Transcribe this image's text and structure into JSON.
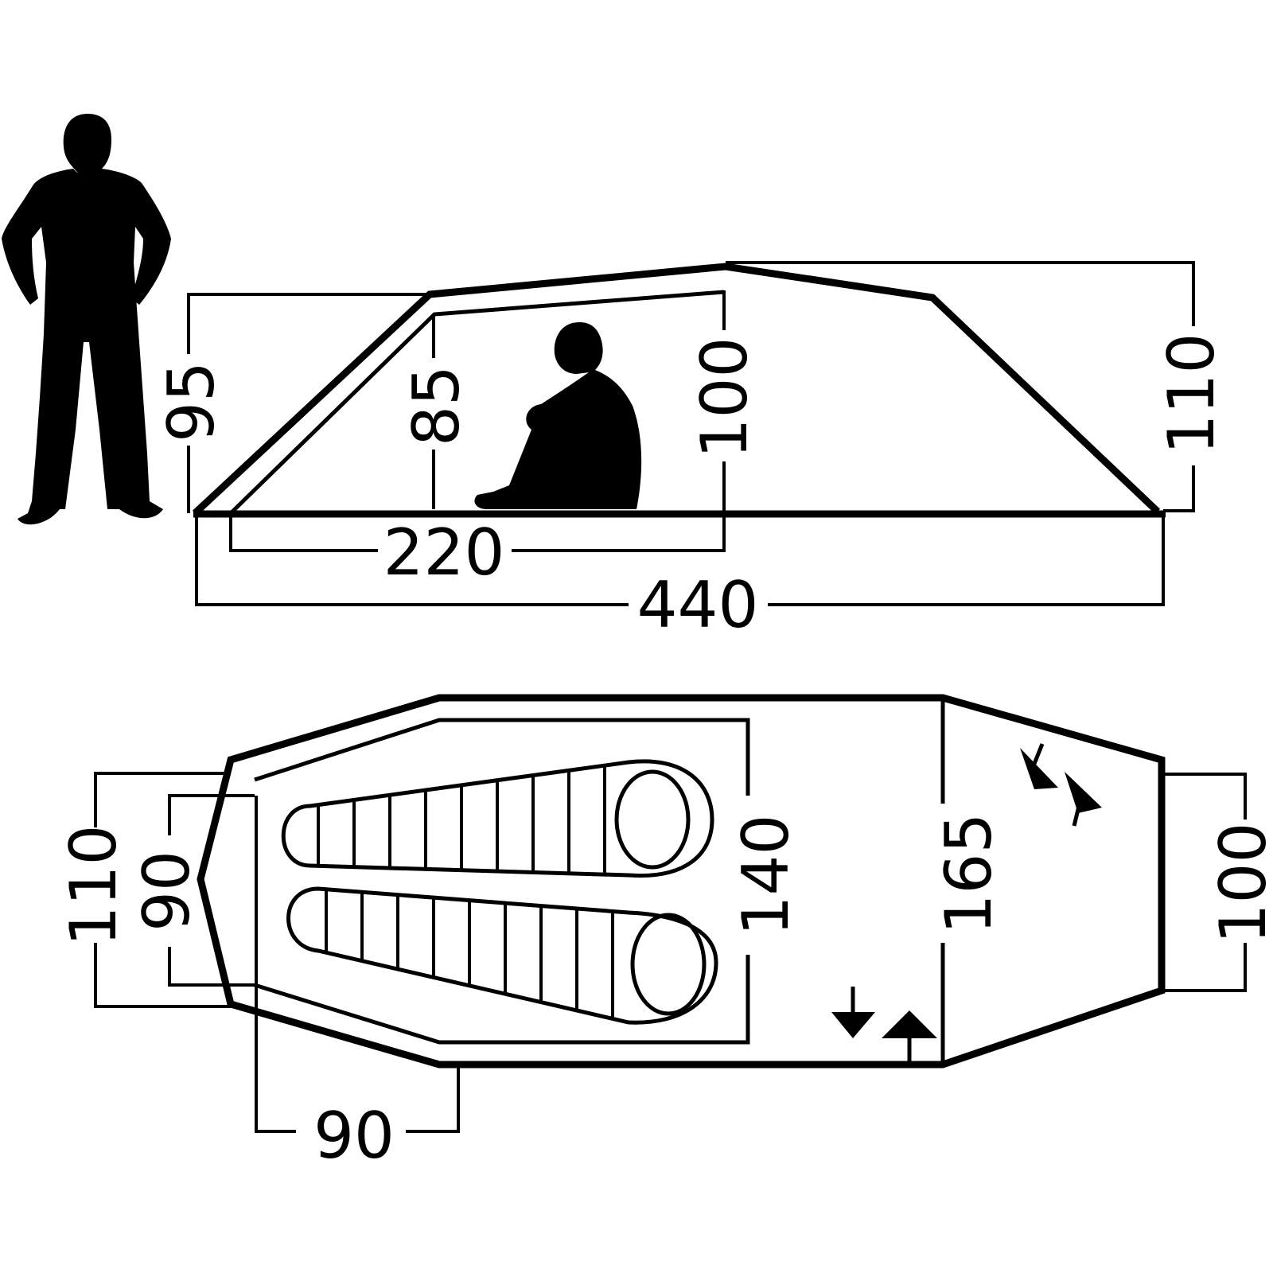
{
  "side_view": {
    "dims": {
      "front_height": "95",
      "inner_front_height": "85",
      "inner_peak_height": "100",
      "peak_height": "110",
      "inner_length": "220",
      "total_length": "440"
    }
  },
  "top_view": {
    "dims": {
      "outer_end_width": "110",
      "inner_end_width": "90",
      "inner_width": "140",
      "vestibule_width": "165",
      "rear_width": "100",
      "end_depth": "90"
    }
  },
  "colors": {
    "line": "#000000",
    "background": "#ffffff"
  }
}
